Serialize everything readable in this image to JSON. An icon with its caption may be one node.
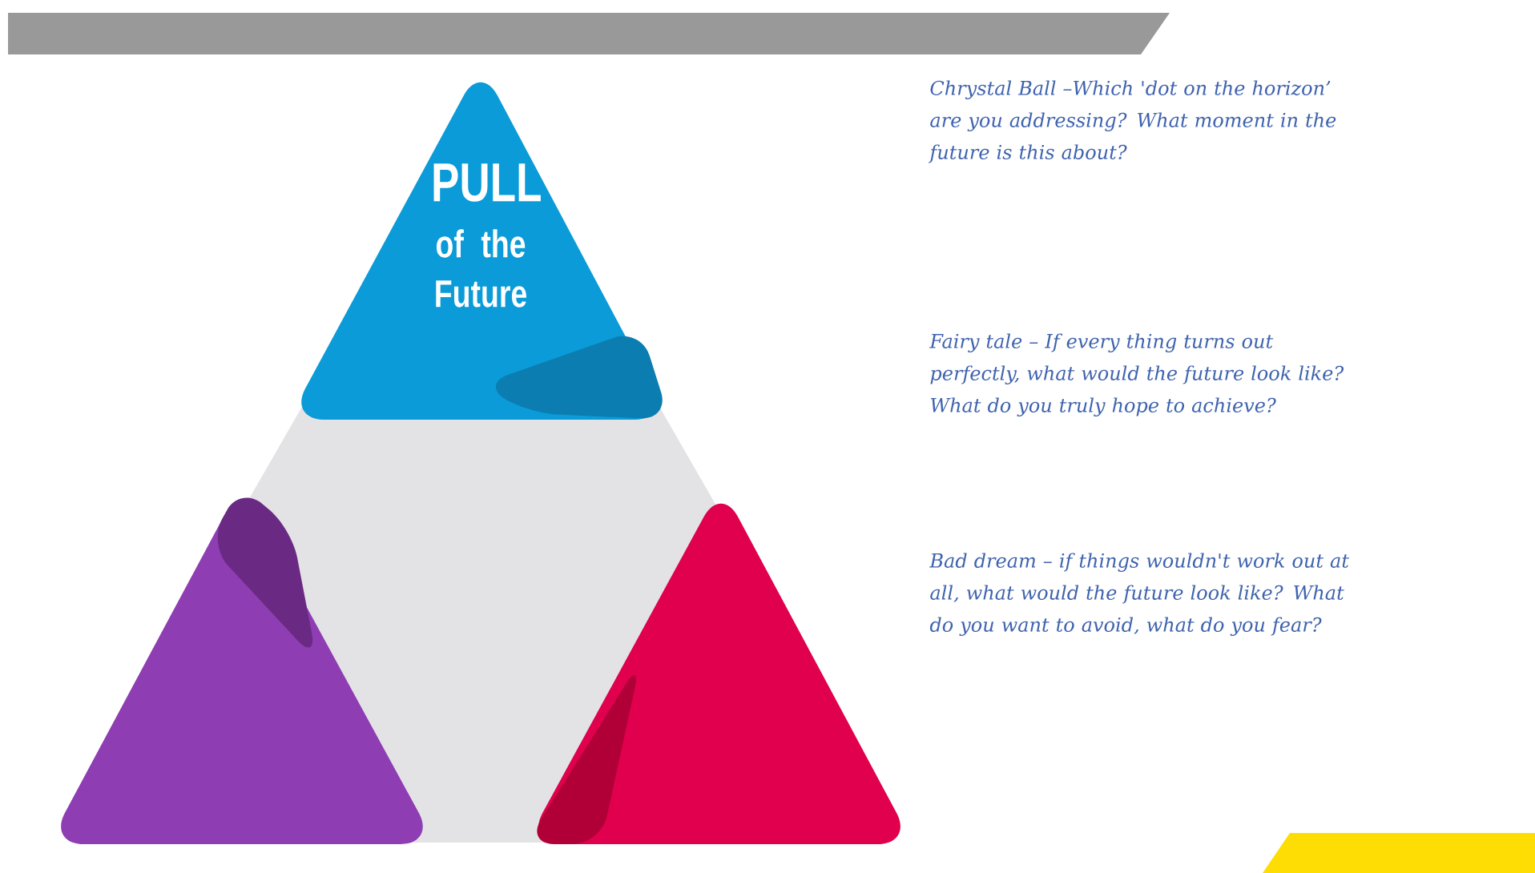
{
  "diagram": {
    "nodes": [
      {
        "text": [
          "PULL",
          "of the Future"
        ]
      },
      {
        "text": [],
        "shape": "triangle"
      },
      {
        "text": [],
        "shape": "triangle"
      }
    ],
    "labels": [
      "Chrystal Ball –Which 'dot on the horizon’ are you addressing? What moment in the future is this about?",
      "Fairy tale – If every thing turns out perfectly, what would the future look like? What do you truly hope to achieve?",
      "Bad dream – if things wouldn't work out at all, what would the future look like? What do you want to avoid, what do you fear?"
    ]
  }
}
